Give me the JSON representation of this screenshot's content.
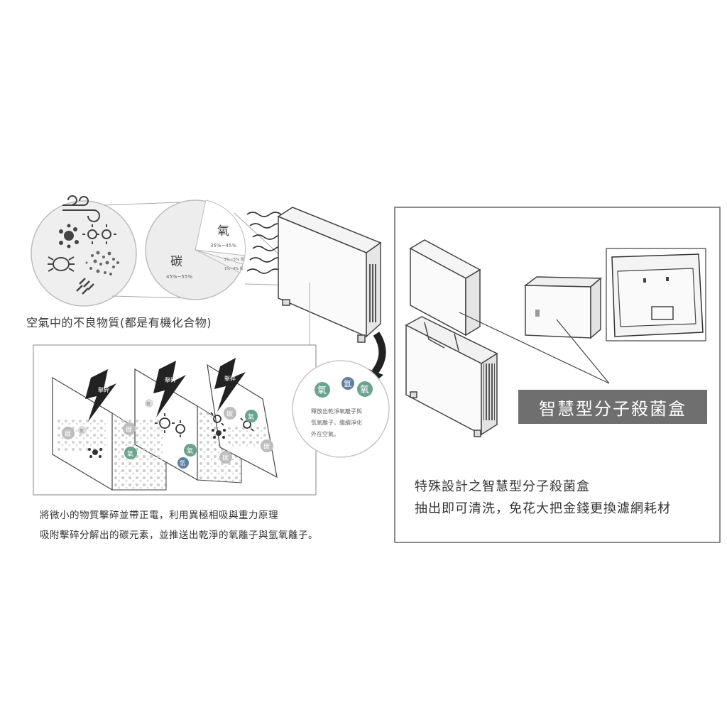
{
  "pollutants_caption": "空氣中的不良物質(都是有機化合物)",
  "composition": {
    "oxygen_label": "氧",
    "oxygen_range": "35%~45%",
    "carbon_label": "碳",
    "carbon_range": "45%~55%",
    "small_1": "3%~5% 氫",
    "small_2": "1%~4% 氮"
  },
  "breakdown": {
    "hit_label": "擊碎",
    "carbon": "碳",
    "oxygen": "氧",
    "hydrogen": "氫",
    "nitrogen": "氮"
  },
  "release": {
    "oxygen": "氧",
    "hydrogen": "氫",
    "line1": "釋放出乾淨氧離子與",
    "line2": "氫氧離子，繼續淨化",
    "line3": "外在空氣。"
  },
  "left_caption": {
    "line1": "將微小的物質擊碎並帶正電，利用異極相吸與重力原理",
    "line2": "吸附擊碎分解出的碳元素，並推送出乾淨的氧離子與氫氧離子。"
  },
  "right": {
    "title": "智慧型分子殺菌盒",
    "line1": "特殊設計之智慧型分子殺菌盒",
    "line2": "抽出即可清洗，免花大把金錢更換濾網耗材"
  },
  "colors": {
    "oxygen": "#6aa38e",
    "hydrogen": "#5d7fa0",
    "carbon": "#9a9a9a",
    "line": "#555555"
  }
}
